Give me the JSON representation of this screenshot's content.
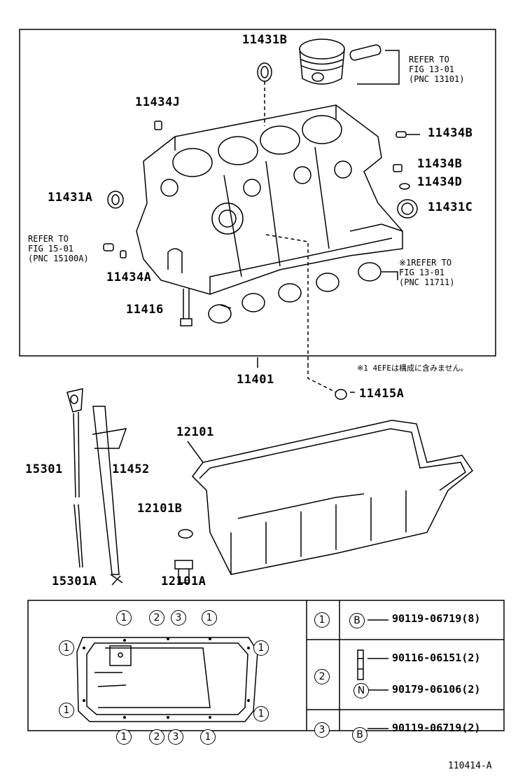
{
  "parts": {
    "p11431B": "11431B",
    "p11434J": "11434J",
    "p11434B": "11434B",
    "p11434B2": "11434B",
    "p11434D": "11434D",
    "p11431A": "11431A",
    "p11431C": "11431C",
    "p11434A": "11434A",
    "p11416": "11416",
    "p11401": "11401",
    "p11415A": "11415A",
    "p12101": "12101",
    "p15301": "15301",
    "p11452": "11452",
    "p12101B": "12101B",
    "p12101A": "12101A",
    "p15301A": "15301A"
  },
  "refs": {
    "ref1": "REFER TO\nFIG 13-01\n(PNC 13101)",
    "ref2": "REFER TO\nFIG 15-01\n(PNC 15100A)",
    "ref3": "※1REFER TO\nFIG 13-01\n(PNC 11711)"
  },
  "note": "※1 4EFEは構成に含みません。",
  "bolt_table": {
    "row1": {
      "num": "1",
      "sym": "B",
      "pn": "90119-06719(8)"
    },
    "row2a": {
      "num": "2",
      "pn": "90116-06151(2)"
    },
    "row2b": {
      "sym": "N",
      "pn": "90179-06106(2)"
    },
    "row3": {
      "num": "3",
      "sym": "B",
      "pn": "90119-06719(2)"
    }
  },
  "bolt_positions": {
    "c1": "1",
    "c2": "2",
    "c3": "3",
    "c4": "1",
    "c5": "1",
    "c6": "1",
    "c7": "1",
    "c8": "1",
    "c9": "1",
    "c10": "2",
    "c11": "3",
    "c12": "1"
  },
  "figure_id": "110414-A"
}
